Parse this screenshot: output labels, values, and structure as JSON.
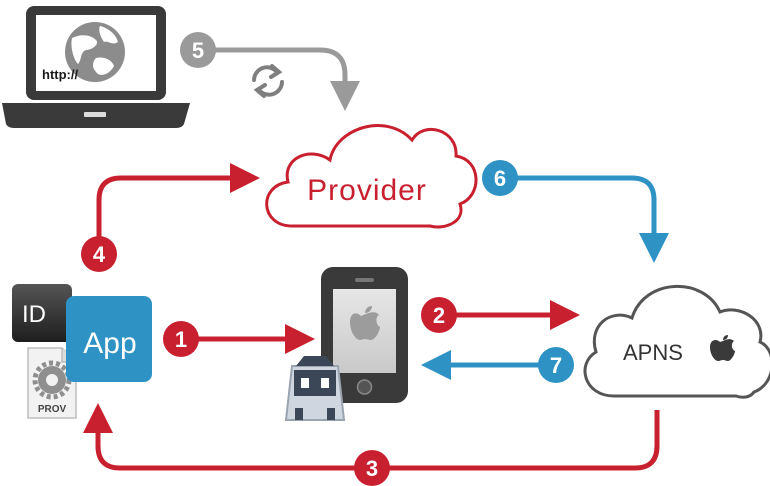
{
  "laptop": {
    "url_text": "http://"
  },
  "provider": {
    "label": "Provider"
  },
  "apns": {
    "label": "APNS"
  },
  "app": {
    "label": "App",
    "id_label": "ID",
    "prov_label": "PROV"
  },
  "steps": [
    {
      "number": "1",
      "color": "#c9202f"
    },
    {
      "number": "2",
      "color": "#c9202f"
    },
    {
      "number": "3",
      "color": "#c9202f"
    },
    {
      "number": "4",
      "color": "#c9202f"
    },
    {
      "number": "5",
      "color": "#9a9a9a"
    },
    {
      "number": "6",
      "color": "#2e93c4"
    },
    {
      "number": "7",
      "color": "#2e93c4"
    }
  ],
  "colors": {
    "red": "#c9202f",
    "blue": "#2e93c4",
    "gray": "#9a9a9a",
    "dark": "#3a3a3a"
  },
  "icons": [
    "globe-icon",
    "refresh-icon",
    "apple-icon",
    "cordova-icon",
    "gear-icon"
  ]
}
